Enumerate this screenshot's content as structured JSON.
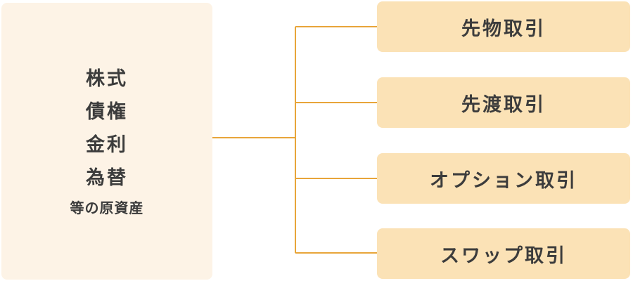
{
  "underlying": {
    "lines": [
      "株式",
      "債権",
      "金利",
      "為替"
    ],
    "note": "等の原資産"
  },
  "derivatives": [
    {
      "label": "先物取引"
    },
    {
      "label": "先渡取引"
    },
    {
      "label": "オプション取引"
    },
    {
      "label": "スワップ取引"
    }
  ],
  "colors": {
    "source_bg": "#fdf3e6",
    "box_bg": "#fbe2b6",
    "line": "#e8a53a",
    "text": "#3c3c3c"
  }
}
